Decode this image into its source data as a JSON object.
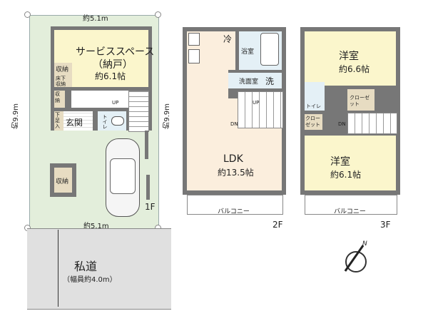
{
  "site": {
    "width_top": "約5.1m",
    "width_bottom": "約5.1m",
    "depth_left": "約9.9m",
    "depth_right": "約9.9m",
    "road_label": "私道",
    "road_width": "（幅員約4.0m）",
    "colors": {
      "lot": "#e3eedb",
      "road": "#e0e0e0"
    }
  },
  "floors": {
    "f1": {
      "label": "1F",
      "rooms": {
        "service_space": "サービススペース",
        "service_space_sub": "（納戸）",
        "service_space_size": "約6.1帖",
        "storage1": "収納",
        "underfloor_storage": "床下収納",
        "storage2": "収納",
        "shoe_box": "下足入",
        "entrance": "玄関",
        "toilet": "トイレ",
        "stairs_up": "UP",
        "outdoor_storage": "収納"
      }
    },
    "f2": {
      "label": "2F",
      "rooms": {
        "fridge": "冷",
        "bathroom": "浴室",
        "washroom": "洗面室",
        "washer": "洗",
        "stairs_up": "UP",
        "stairs_down": "DN",
        "ldk": "LDK",
        "ldk_size": "約13.5帖",
        "balcony": "バルコニー"
      }
    },
    "f3": {
      "label": "3F",
      "rooms": {
        "western_room1": "洋室",
        "western_room1_size": "約6.6帖",
        "toilet": "トイレ",
        "closet1": "クローゼット",
        "closet2": "クローゼット",
        "stairs_down": "DN",
        "western_room2": "洋室",
        "western_room2_size": "約6.1帖",
        "balcony": "バルコニー"
      }
    }
  },
  "compass": {
    "label": "N"
  }
}
